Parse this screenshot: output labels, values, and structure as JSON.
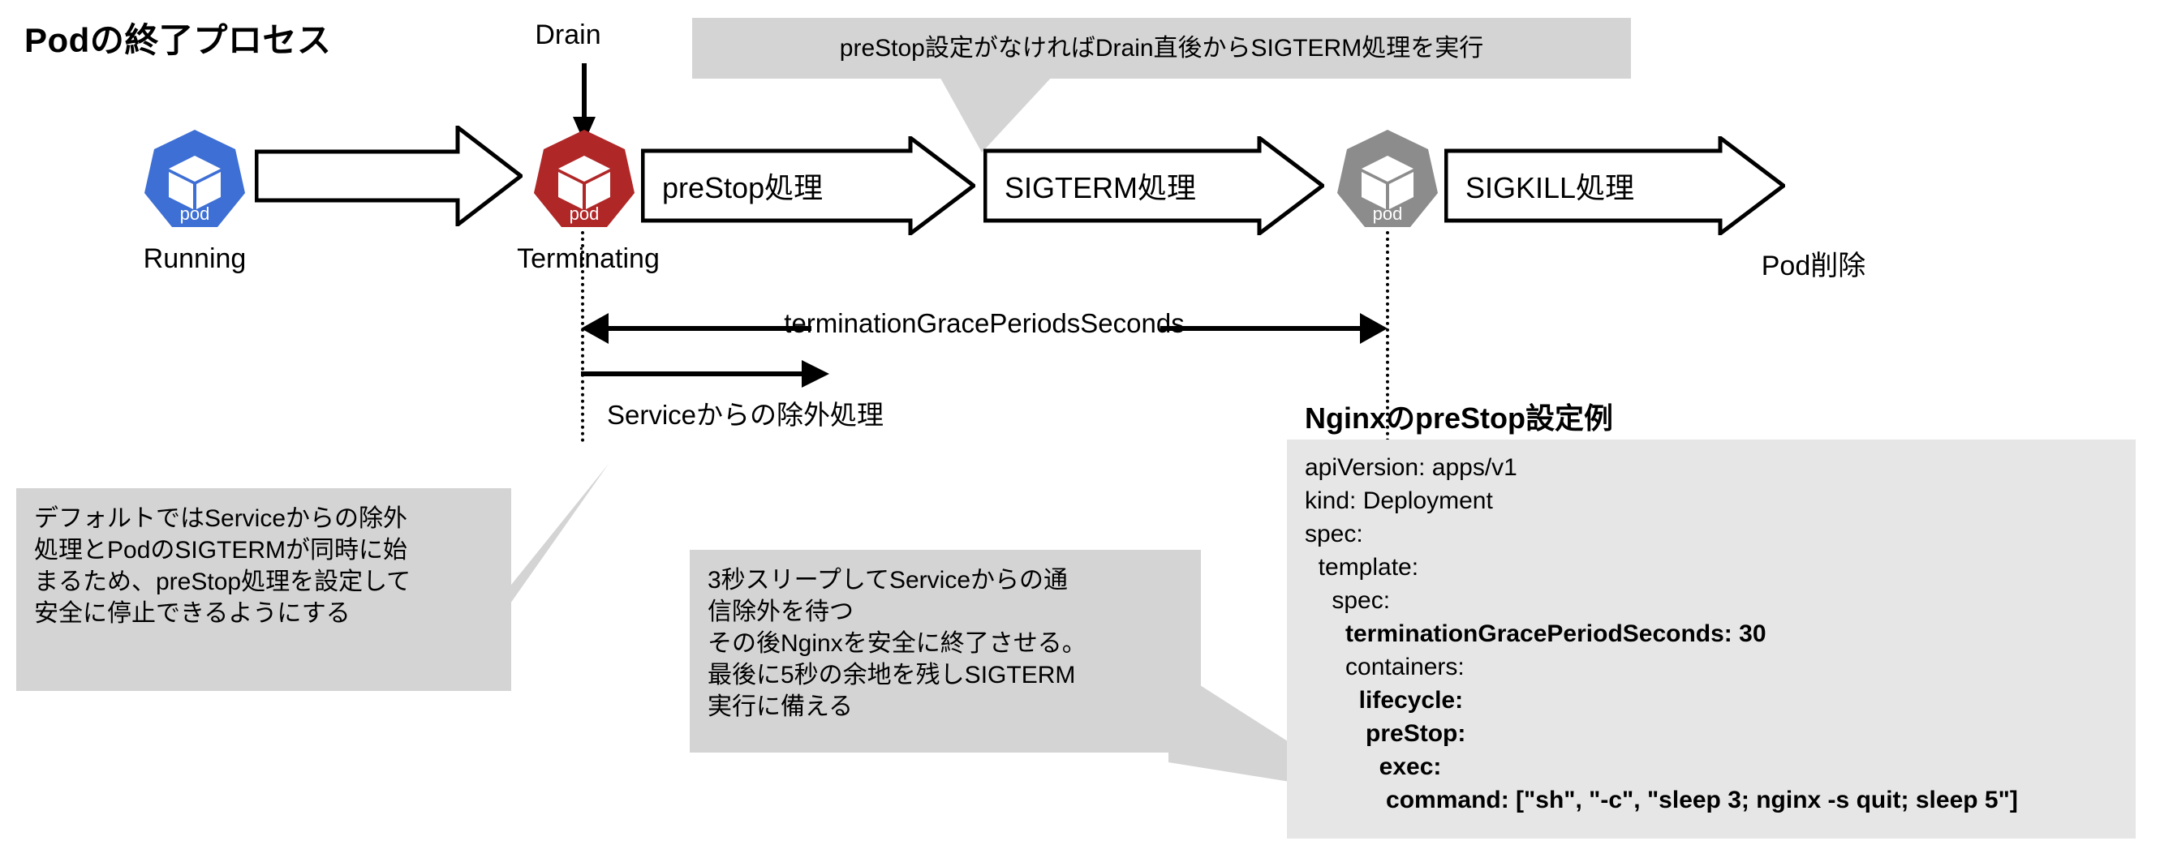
{
  "page_title": "Podの終了プロセス",
  "colors": {
    "pod_running": "#3d6fd4",
    "pod_terminating": "#b02728",
    "pod_deleted": "#8c8c8c",
    "callout_bg": "#d4d4d4",
    "yaml_bg": "#e6e6e6",
    "stroke": "#000000"
  },
  "stage_labels": {
    "drain": "Drain",
    "running": "Running",
    "terminating": "Terminating",
    "pod_deleted": "Pod削除"
  },
  "pod_icons": [
    {
      "state": "running",
      "badge": "pod"
    },
    {
      "state": "terminating",
      "badge": "pod"
    },
    {
      "state": "deleted",
      "badge": "pod"
    }
  ],
  "process_arrows": [
    {
      "label": ""
    },
    {
      "label": "preStop処理"
    },
    {
      "label": "SIGTERM処理"
    },
    {
      "label": "SIGKILL処理"
    }
  ],
  "timeline": {
    "grace_period_label": "terminationGracePeriodsSeconds",
    "service_exclusion_label": "Serviceからの除外処理"
  },
  "callouts": [
    {
      "id": "prestop-note",
      "text": "preStop設定がなければDrain直後からSIGTERM処理を実行"
    },
    {
      "id": "default-behaviour-note",
      "text": "デフォルトではServiceからの除外\n処理とPodのSIGTERMが同時に始\nまるため、preStop処理を設定して\n安全に停止できるようにする"
    },
    {
      "id": "sleep-explanation-note",
      "text": "3秒スリープしてServiceからの通\n信除外を待つ\nその後Nginxを安全に終了させる。\n最後に5秒の余地を残しSIGTERM\n実行に備える"
    }
  ],
  "yaml_panel": {
    "title": "NginxのpreStop設定例",
    "lines": [
      {
        "text": "apiVersion: apps/v1",
        "bold": false
      },
      {
        "text": "kind: Deployment",
        "bold": false
      },
      {
        "text": "spec:",
        "bold": false
      },
      {
        "text": "  template:",
        "bold": false
      },
      {
        "text": "    spec:",
        "bold": false
      },
      {
        "text": "      terminationGracePeriodSeconds: 30",
        "bold": true
      },
      {
        "text": "      containers:",
        "bold": false
      },
      {
        "text": "        lifecycle:",
        "bold": true
      },
      {
        "text": "         preStop:",
        "bold": true
      },
      {
        "text": "           exec:",
        "bold": true
      },
      {
        "text": "            command: [\"sh\", \"-c\", \"sleep 3; nginx -s quit; sleep 5\"]",
        "bold": true
      }
    ]
  }
}
